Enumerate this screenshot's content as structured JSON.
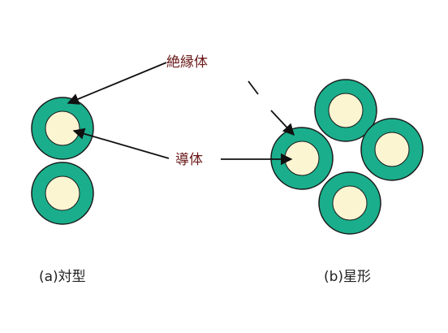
{
  "labels": {
    "insulator": "絶縁体",
    "conductor": "導体"
  },
  "captions": {
    "pair": "(a)対型",
    "star": "(b)星形"
  },
  "colors": {
    "insulator_fill": "#1aae8c",
    "conductor_fill": "#fcf5d2",
    "outline": "#1a1a1a",
    "label_text": "#6a1818",
    "caption_text": "#222222",
    "arrow": "#111111"
  }
}
